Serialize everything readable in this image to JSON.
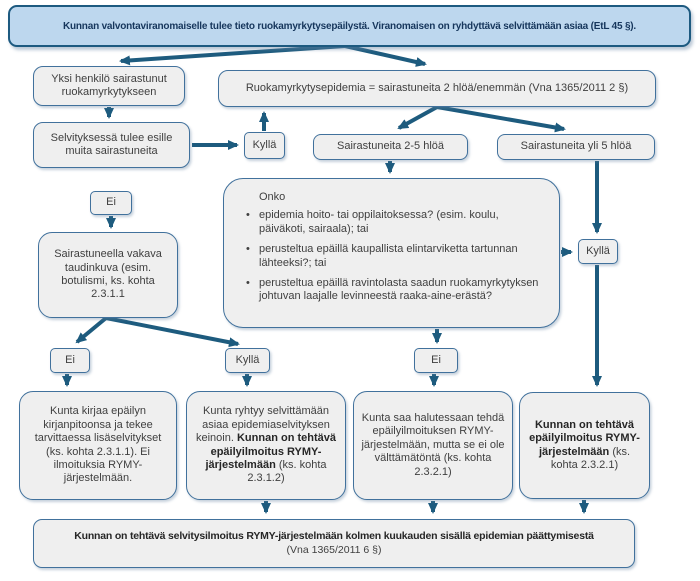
{
  "header": {
    "text": "Kunnan valvontaviranomaiselle tulee tieto ruokamyrkytysepäilystä. Viranomaisen on ryhdyttävä selvittämään asiaa (EtL 45 §)."
  },
  "labels": {
    "yes": "Kyllä",
    "no": "Ei"
  },
  "nodes": {
    "one_person": "Yksi henkilö sairastunut ruokamyrkytykseen",
    "epidemia": "Ruokamyrkytysepidemia = sairastuneita 2 hlöä/enemmän (Vna 1365/2011 2 §)",
    "selvitys": "Selvityksessä tulee esille muita sairastuneita",
    "cases_2_5": "Sairastuneita 2-5 hlöä",
    "cases_over_5": "Sairastuneita yli 5 hlöä",
    "vakava": "Sairastuneella vakava taudinkuva (esim. botulismi, ks. kohta 2.3.1.1",
    "onko": {
      "title": "Onko",
      "bullets": [
        "epidemia hoito- tai oppilaitoksessa? (esim. koulu, päiväkoti, sairaala); tai",
        "perusteltua epäillä kaupallista elintarviketta tartunnan lähteeksi?; tai",
        "perusteltua epäillä ravintolasta saadun ruokamyrkytyksen johtuvan laajalle levinneestä raaka-aine-erästä?"
      ]
    },
    "kirjaa": "Kunta kirjaa epäilyn kirjanpitoonsa ja tekee tarvittaessa lisäselvitykset (ks. kohta 2.3.1.1). Ei ilmoituksia RYMY-järjestelmään.",
    "ryhtyy": {
      "parts": [
        {
          "text": "Kunta ryhtyy selvittämään asiaa epidemiaselvityksen keinoin. ",
          "bold": false
        },
        {
          "text": "Kunnan on tehtävä epäilyilmoitus RYMY-järjestelmään ",
          "bold": true
        },
        {
          "text": "(ks. kohta 2.3.1.2)",
          "bold": false
        }
      ]
    },
    "halutessaan": "Kunta saa halutessaan tehdä epäilyilmoituksen RYMY-järjestelmään, mutta se ei ole välttämätöntä (ks. kohta 2.3.2.1)",
    "tehtava": {
      "parts": [
        {
          "text": "Kunnan on tehtävä epäilyilmoitus RYMY-järjestelmään ",
          "bold": true
        },
        {
          "text": "(ks. kohta 2.3.2.1)",
          "bold": false
        }
      ]
    }
  },
  "footer": {
    "line1": "Kunnan on tehtävä selvitysilmoitus RYMY-järjestelmään kolmen kuukauden sisällä epidemian päättymisestä",
    "line2": "(Vna 1365/2011 6 §)"
  },
  "colors": {
    "header_fill": "#BDD7EE",
    "header_border": "#1D5A80",
    "node_fill": "#EFEFEF",
    "node_border": "#41719C",
    "arrow": "#1D5B7E",
    "text": "#3F3F3F"
  }
}
